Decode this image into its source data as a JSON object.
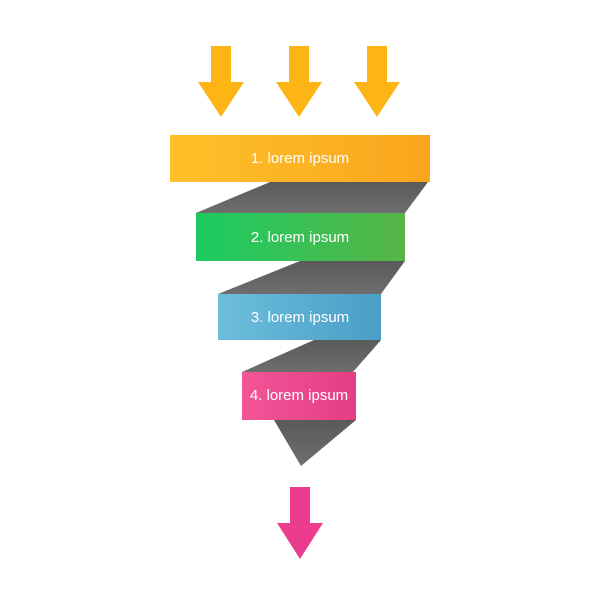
{
  "colors": {
    "input_arrow": "#FDB515",
    "output_arrow": "#EC3C8E",
    "ribbon": "#666666",
    "stage_1": "#FDB515",
    "stage_2": "#2ECC5A",
    "stage_3": "#5DB2D4",
    "stage_4": "#EC4B8E"
  },
  "input_arrows": [
    "arrow-down-icon",
    "arrow-down-icon",
    "arrow-down-icon"
  ],
  "output_arrow": "arrow-down-icon",
  "stages": [
    {
      "label": "1. lorem ipsum"
    },
    {
      "label": "2. lorem ipsum"
    },
    {
      "label": "3. lorem ipsum"
    },
    {
      "label": "4. lorem ipsum"
    }
  ]
}
